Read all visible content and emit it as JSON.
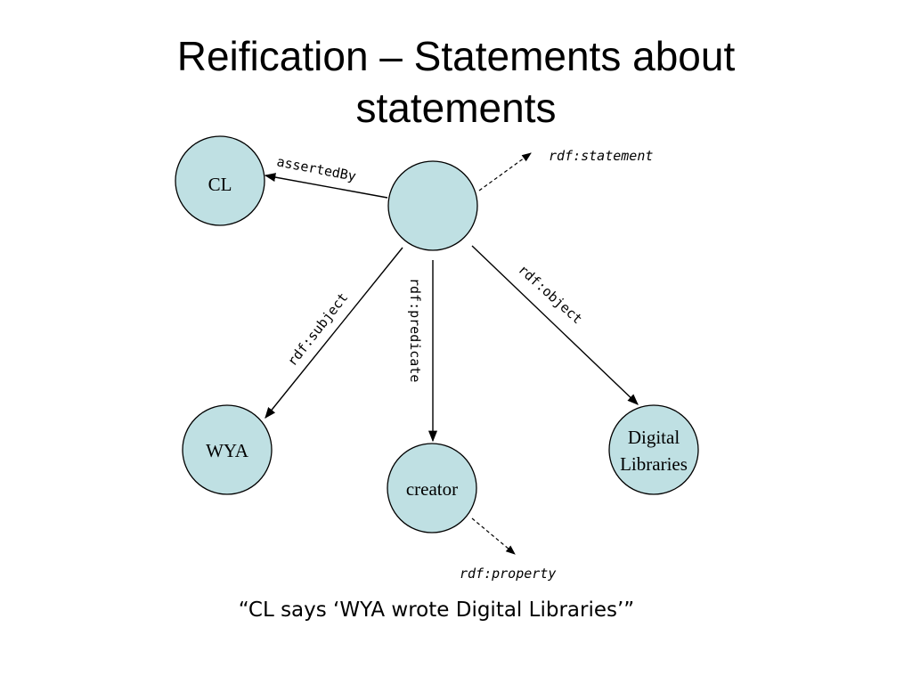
{
  "title": {
    "line1": "Reification – Statements about",
    "line2": "statements"
  },
  "nodes": {
    "cl": "CL",
    "wya": "WYA",
    "creator": "creator",
    "digital_libraries": [
      "Digital",
      "Libraries"
    ]
  },
  "edges": {
    "asserted_by": "assertedBy",
    "subject": "rdf:subject",
    "predicate": "rdf:predicate",
    "object": "rdf:object"
  },
  "types": {
    "statement": "rdf:statement",
    "property": "rdf:property"
  },
  "caption": "“CL says ‘WYA wrote Digital Libraries’”",
  "colors": {
    "node_fill": "#BFE0E3",
    "stroke": "#000000"
  }
}
